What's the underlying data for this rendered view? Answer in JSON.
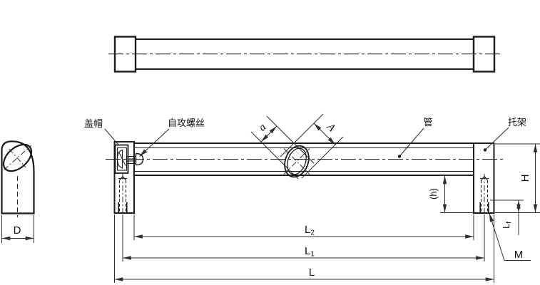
{
  "drawing": {
    "title": "tube-with-end-brackets-technical-drawing",
    "part_labels": {
      "cap": "盖帽",
      "screw": "自攻螺丝",
      "tube": "管",
      "bracket": "托架"
    },
    "dims": {
      "a": "a",
      "A": "A",
      "H": "H",
      "h": "(h)",
      "M": "M",
      "L": "L",
      "D": "D",
      "Lf_main": "L",
      "Lf_sub": "f",
      "L1_main": "L",
      "L1_sub": "1",
      "L2_main": "L",
      "L2_sub": "2"
    },
    "colors": {
      "outline": "#1b1b1b",
      "dimension": "#2e2e2e",
      "background": "#ffffff"
    }
  }
}
